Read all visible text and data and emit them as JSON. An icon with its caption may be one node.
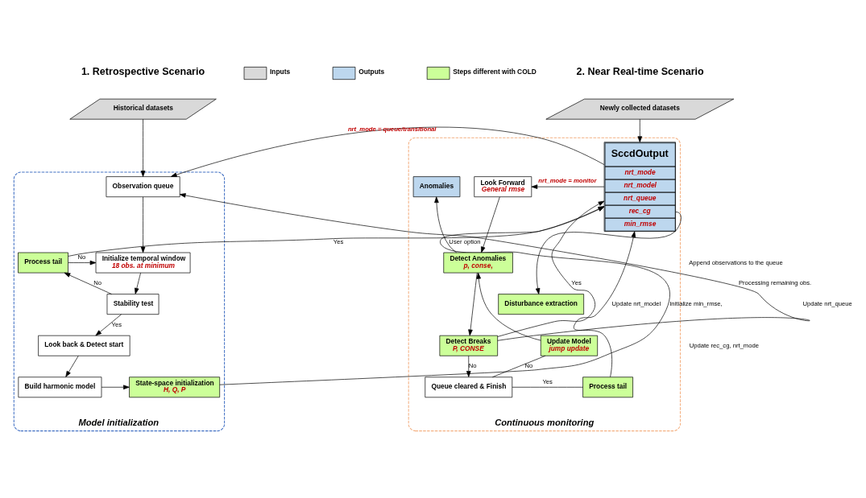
{
  "diagram": {
    "nodes": [
      {
        "text": [
          "Historical datasets"
        ]
      },
      {
        "text": [
          "Newly collected datasets"
        ]
      },
      {
        "text": [
          "Model initialization"
        ]
      },
      {
        "text": [
          "Observation queue"
        ],
        "in": 2
      },
      {
        "text": [
          "Initialize temporal window",
          "18 obs. at minimum"
        ],
        "in": 2
      },
      {
        "text": [
          "Process tail"
        ],
        "in": 2
      },
      {
        "text": [
          "Stability test"
        ],
        "in": 2
      },
      {
        "text": [
          "Look back & Detect start"
        ],
        "in": 2
      },
      {
        "text": [
          "Build harmonic model"
        ],
        "in": 2
      },
      {
        "text": [
          "State-space initialization",
          "H, Q, P"
        ],
        "in": 2
      },
      {
        "text": [
          "Continuous monitoring"
        ]
      },
      {
        "text": [
          "SccdOutput",
          "nrt_mode",
          "nrt_model",
          "nrt_queue",
          "rec_cg",
          "min_rmse"
        ],
        "in": 10
      },
      {
        "text": [
          "Look Forward",
          "General rmse"
        ],
        "in": 10
      },
      {
        "text": [
          "Anomalies"
        ],
        "in": 10
      },
      {
        "text": [
          "Detect Anomalies",
          "p, conse,"
        ],
        "in": 10
      },
      {
        "text": [
          "Disturbance extraction"
        ],
        "in": 10
      },
      {
        "text": [
          "Detect Breaks",
          "P, CONSE"
        ],
        "in": 10
      },
      {
        "text": [
          "Update Model",
          "jump update"
        ],
        "in": 10
      },
      {
        "text": [
          "Queue cleared & Finish"
        ],
        "in": 10
      },
      {
        "text": [
          "Process tail"
        ],
        "in": 10
      }
    ],
    "edges": [
      {
        "from": 0,
        "to": 3,
        "arrow": "to"
      },
      {
        "from": 1,
        "to": 11,
        "arrow": "to"
      },
      {
        "from": 11,
        "to": 3,
        "arrow": "to",
        "label": "nrt_mode = queue/transitional"
      },
      {
        "from": 3,
        "to": 4,
        "arrow": "to"
      },
      {
        "from": 4,
        "to": 6,
        "arrow": "to"
      },
      {
        "from": 6,
        "to": 5,
        "arrow": "to",
        "label": "No"
      },
      {
        "from": 5,
        "to": 4,
        "arrow": "to",
        "label": "No"
      },
      {
        "from": 5,
        "to": 11,
        "arrow": "to",
        "label": "Yes"
      },
      {
        "from": 6,
        "to": 7,
        "arrow": "to",
        "label": "Yes"
      },
      {
        "from": 7,
        "to": 8,
        "arrow": "to"
      },
      {
        "from": 8,
        "to": 9,
        "arrow": "to"
      },
      {
        "from": 9,
        "to": 11,
        "arrow": "to",
        "label": "Initialize min_rmse,"
      },
      {
        "from": 11,
        "to": 15,
        "arrow": "to"
      },
      {
        "from": 11,
        "to": 12,
        "arrow": "to",
        "label": "nrt_mode = monitor"
      },
      {
        "from": 12,
        "to": 14,
        "arrow": "to"
      },
      {
        "from": 14,
        "to": 13,
        "arrow": "to",
        "label": "User option"
      },
      {
        "from": 14,
        "to": 16,
        "arrow": "to"
      },
      {
        "from": 16,
        "to": 18,
        "arrow": "to",
        "label": "No"
      },
      {
        "from": 16,
        "to": 11,
        "arrow": "to",
        "label": "Yes"
      },
      {
        "from": 16,
        "to": 3,
        "arrow": "to",
        "label": "Processing remaining obs."
      },
      {
        "from": 18,
        "to": 19,
        "arrow": "none",
        "label": "Yes"
      },
      {
        "from": 19,
        "to": 11,
        "arrow": "to",
        "label": "Update nrt_model"
      },
      {
        "from": 18,
        "to": 17,
        "arrow": "none",
        "label": "No"
      },
      {
        "from": 17,
        "to": 14,
        "arrow": "to"
      }
    ],
    "labels": [
      "1. Retrospective Scenario",
      "2. Near Real-time Scenario",
      "Append observations to the queue",
      "Update nrt_queue",
      "Update rec_cg, nrt_mode"
    ],
    "legend": [
      {
        "text": "Inputs",
        "color": "#d9d9d9"
      },
      {
        "text": "Outputs",
        "color": "#bdd7ee"
      },
      {
        "text": "Steps different with COLD",
        "color": "#ccff99"
      }
    ]
  }
}
